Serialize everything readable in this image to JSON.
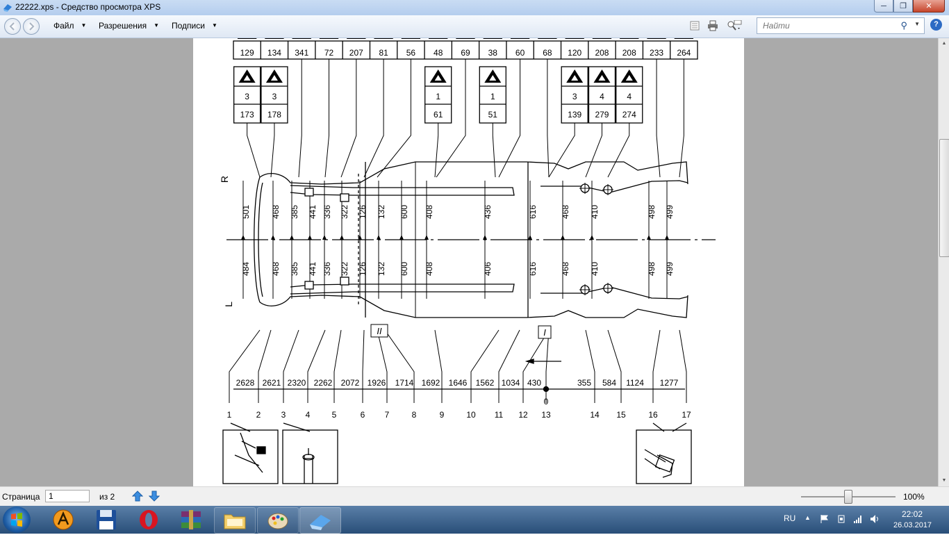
{
  "window": {
    "title": "22222.xps - Средство просмотра XPS"
  },
  "menu": {
    "file": "Файл",
    "permissions": "Разрешения",
    "signatures": "Подписи"
  },
  "search": {
    "placeholder": "Найти"
  },
  "drawing": {
    "top_numbers": [
      "129",
      "134",
      "341",
      "72",
      "207",
      "81",
      "56",
      "48",
      "69",
      "38",
      "60",
      "68",
      "120",
      "208",
      "208",
      "233",
      "264"
    ],
    "box_groups": [
      {
        "mid": "3",
        "bot": "173"
      },
      {
        "mid": "3",
        "bot": "178"
      },
      {
        "mid": "1",
        "bot": "61"
      },
      {
        "mid": "1",
        "bot": "51"
      },
      {
        "mid": "3",
        "bot": "139"
      },
      {
        "mid": "4",
        "bot": "279"
      },
      {
        "mid": "4",
        "bot": "274"
      }
    ],
    "upper_dims": [
      "501",
      "468",
      "385",
      "441",
      "336",
      "322",
      "126",
      "132",
      "600",
      "408",
      "436",
      "616",
      "468",
      "410",
      "498",
      "499"
    ],
    "lower_dims": [
      "484",
      "468",
      "385",
      "441",
      "336",
      "322",
      "126",
      "132",
      "600",
      "408",
      "406",
      "616",
      "468",
      "410",
      "498",
      "499"
    ],
    "side_labels": [
      "R",
      "L"
    ],
    "section_labels": [
      "II",
      "I"
    ],
    "bottom_dims": [
      "2628",
      "2621",
      "2320",
      "2262",
      "2072",
      "1926",
      "1714",
      "1692",
      "1646",
      "1562",
      "1034",
      "430",
      "355",
      "584",
      "1124",
      "1277"
    ],
    "origin_label": "0",
    "point_numbers": [
      "1",
      "2",
      "3",
      "4",
      "5",
      "6",
      "7",
      "8",
      "9",
      "10",
      "11",
      "12",
      "13",
      "14",
      "15",
      "16",
      "17"
    ]
  },
  "status": {
    "page_label": "Страница",
    "page_value": "1",
    "of_label": "из 2",
    "zoom": "100%"
  },
  "tray": {
    "lang": "RU",
    "time": "22:02",
    "date": "26.03.2017"
  }
}
